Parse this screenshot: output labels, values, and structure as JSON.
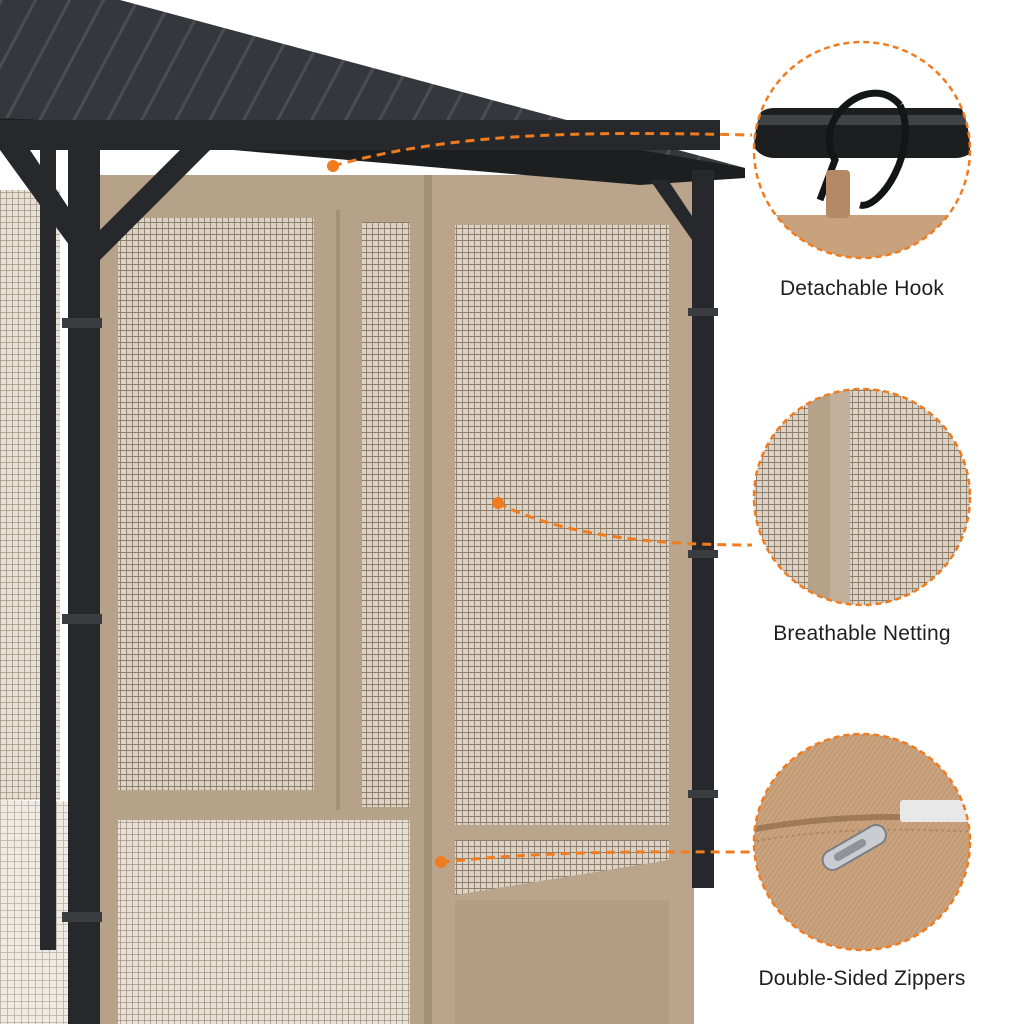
{
  "features": [
    {
      "id": "hook",
      "label": "Detachable Hook"
    },
    {
      "id": "netting",
      "label": "Breathable Netting"
    },
    {
      "id": "zipper",
      "label": "Double-Sided Zippers"
    }
  ],
  "colors": {
    "accent_orange": "#f07c1f",
    "roof": "#2f3236",
    "frame": "#25272a",
    "curtain": "#b8a38a",
    "mesh": "#d6cbbd",
    "fabric": "#c9a27e"
  }
}
